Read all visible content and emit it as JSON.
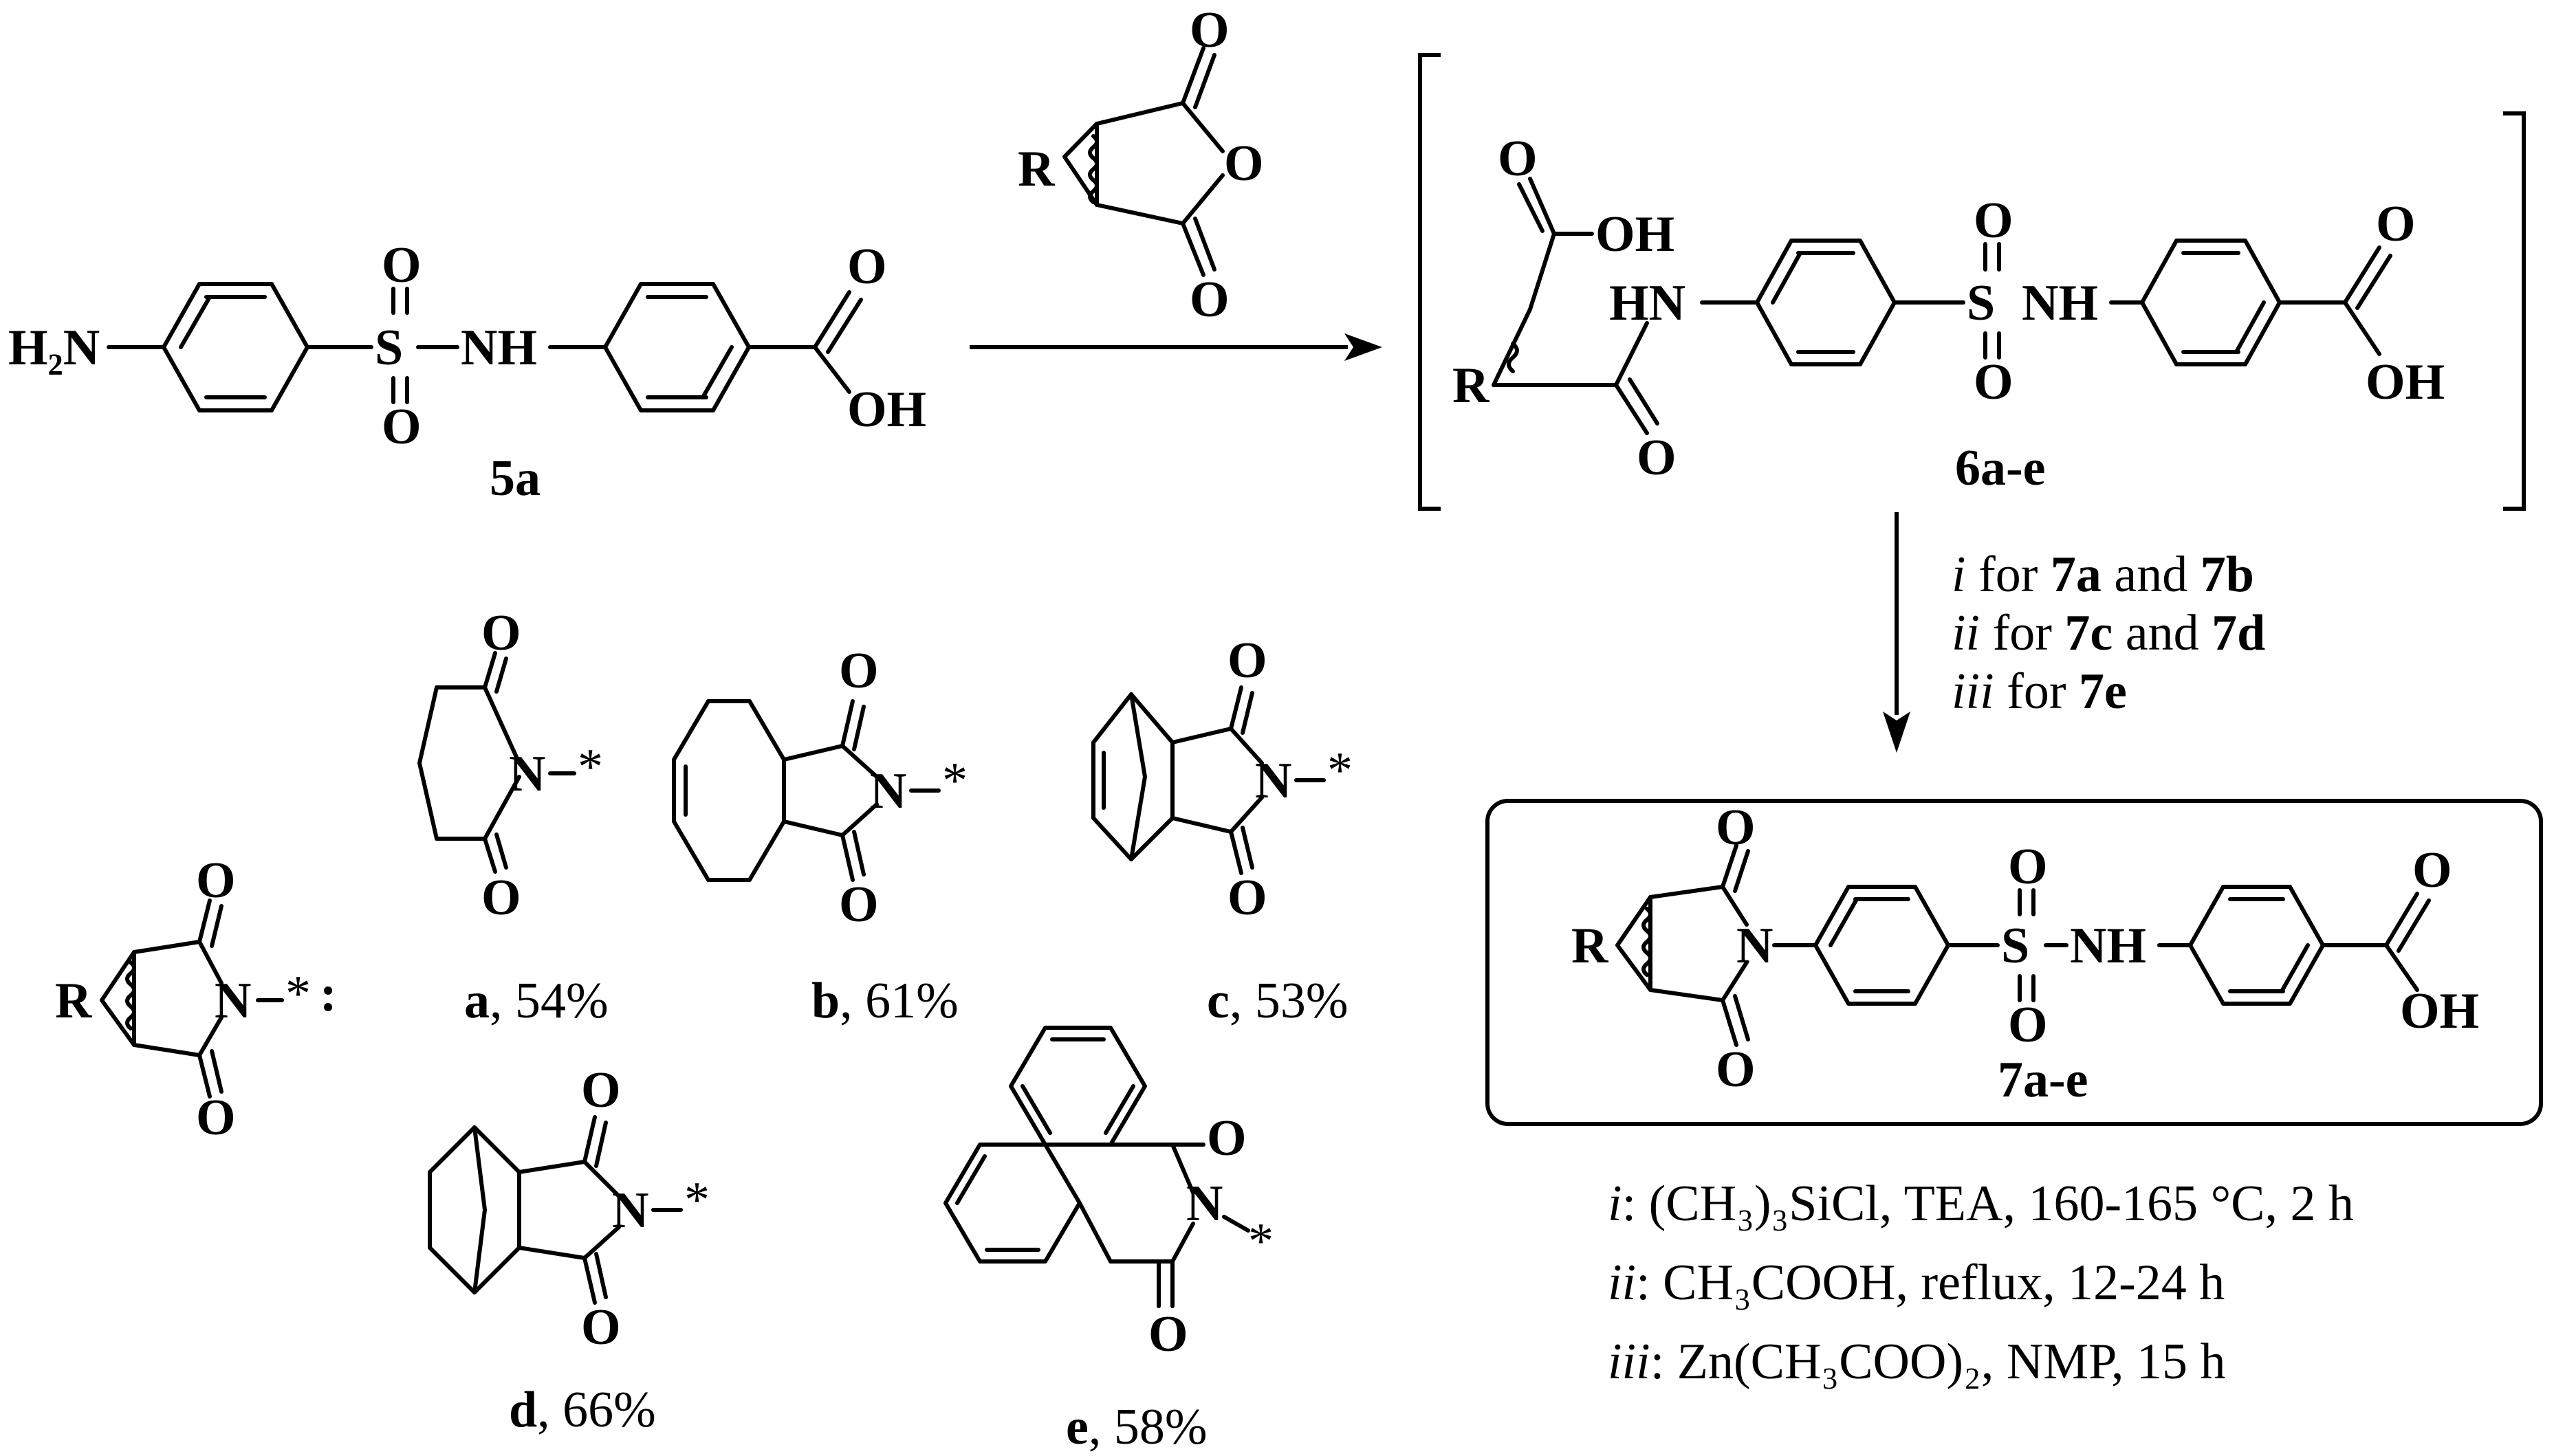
{
  "compounds": {
    "start": "5a",
    "intermediate": "6a-e",
    "product": "7a-e"
  },
  "atoms": {
    "amine": "H₂N",
    "nh": "NH",
    "hn": "HN",
    "oh": "OH",
    "o": "O",
    "s": "S",
    "n": "N",
    "r": "R",
    "star": "*",
    "colon": ":"
  },
  "conditions_arrow": [
    {
      "sel": "i",
      "pre": " for ",
      "a": "7a",
      "mid": " and ",
      "b": "7b"
    },
    {
      "sel": "ii",
      "pre": " for ",
      "a": "7c",
      "mid": " and ",
      "b": "7d"
    },
    {
      "sel": "iii",
      "pre": " for ",
      "a": "7e",
      "mid": "",
      "b": ""
    }
  ],
  "conditions_legend": [
    {
      "key": "i",
      "text": ": (CH₃)₃SiCl, TEA, 160-165 °C, 2 h"
    },
    {
      "key": "ii",
      "text": ": CH₃COOH, reflux, 12-24 h"
    },
    {
      "key": "iii",
      "text": ": Zn(CH₃COO)₂, NMP, 15 h"
    }
  ],
  "variants": [
    {
      "id": "a",
      "yield": ", 54%"
    },
    {
      "id": "b",
      "yield": ", 61%"
    },
    {
      "id": "c",
      "yield": ", 53%"
    },
    {
      "id": "d",
      "yield": ", 66%"
    },
    {
      "id": "e",
      "yield": ", 58%"
    }
  ]
}
